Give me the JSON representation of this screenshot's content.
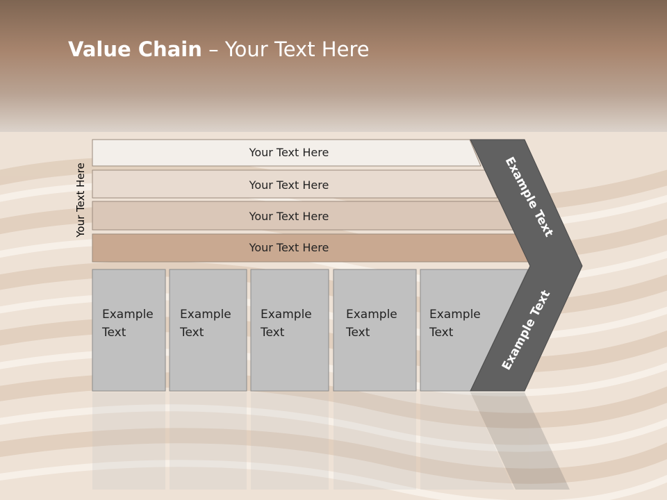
{
  "title": {
    "bold": "Value Chain",
    "rest": " – Your Text Here"
  },
  "side_label": "Your Text Here",
  "bars": [
    {
      "label": "Your Text Here",
      "color": "#f3efea"
    },
    {
      "label": "Your Text Here",
      "color": "#e8dbd0"
    },
    {
      "label": "Your Text Here",
      "color": "#dac7b8"
    },
    {
      "label": "Your Text Here",
      "color": "#c9a991"
    }
  ],
  "boxes": [
    {
      "line1": "Example",
      "line2": "Text"
    },
    {
      "line1": "Example",
      "line2": "Text"
    },
    {
      "line1": "Example",
      "line2": "Text"
    },
    {
      "line1": "Example",
      "line2": "Text"
    },
    {
      "line1": "Example",
      "line2": "Text"
    }
  ],
  "arrow": {
    "upper": "Example Text",
    "lower": "Example Text",
    "color": "#616161"
  },
  "colors": {
    "box_fill": "#c0c0c0",
    "band_top": "#a38068"
  }
}
